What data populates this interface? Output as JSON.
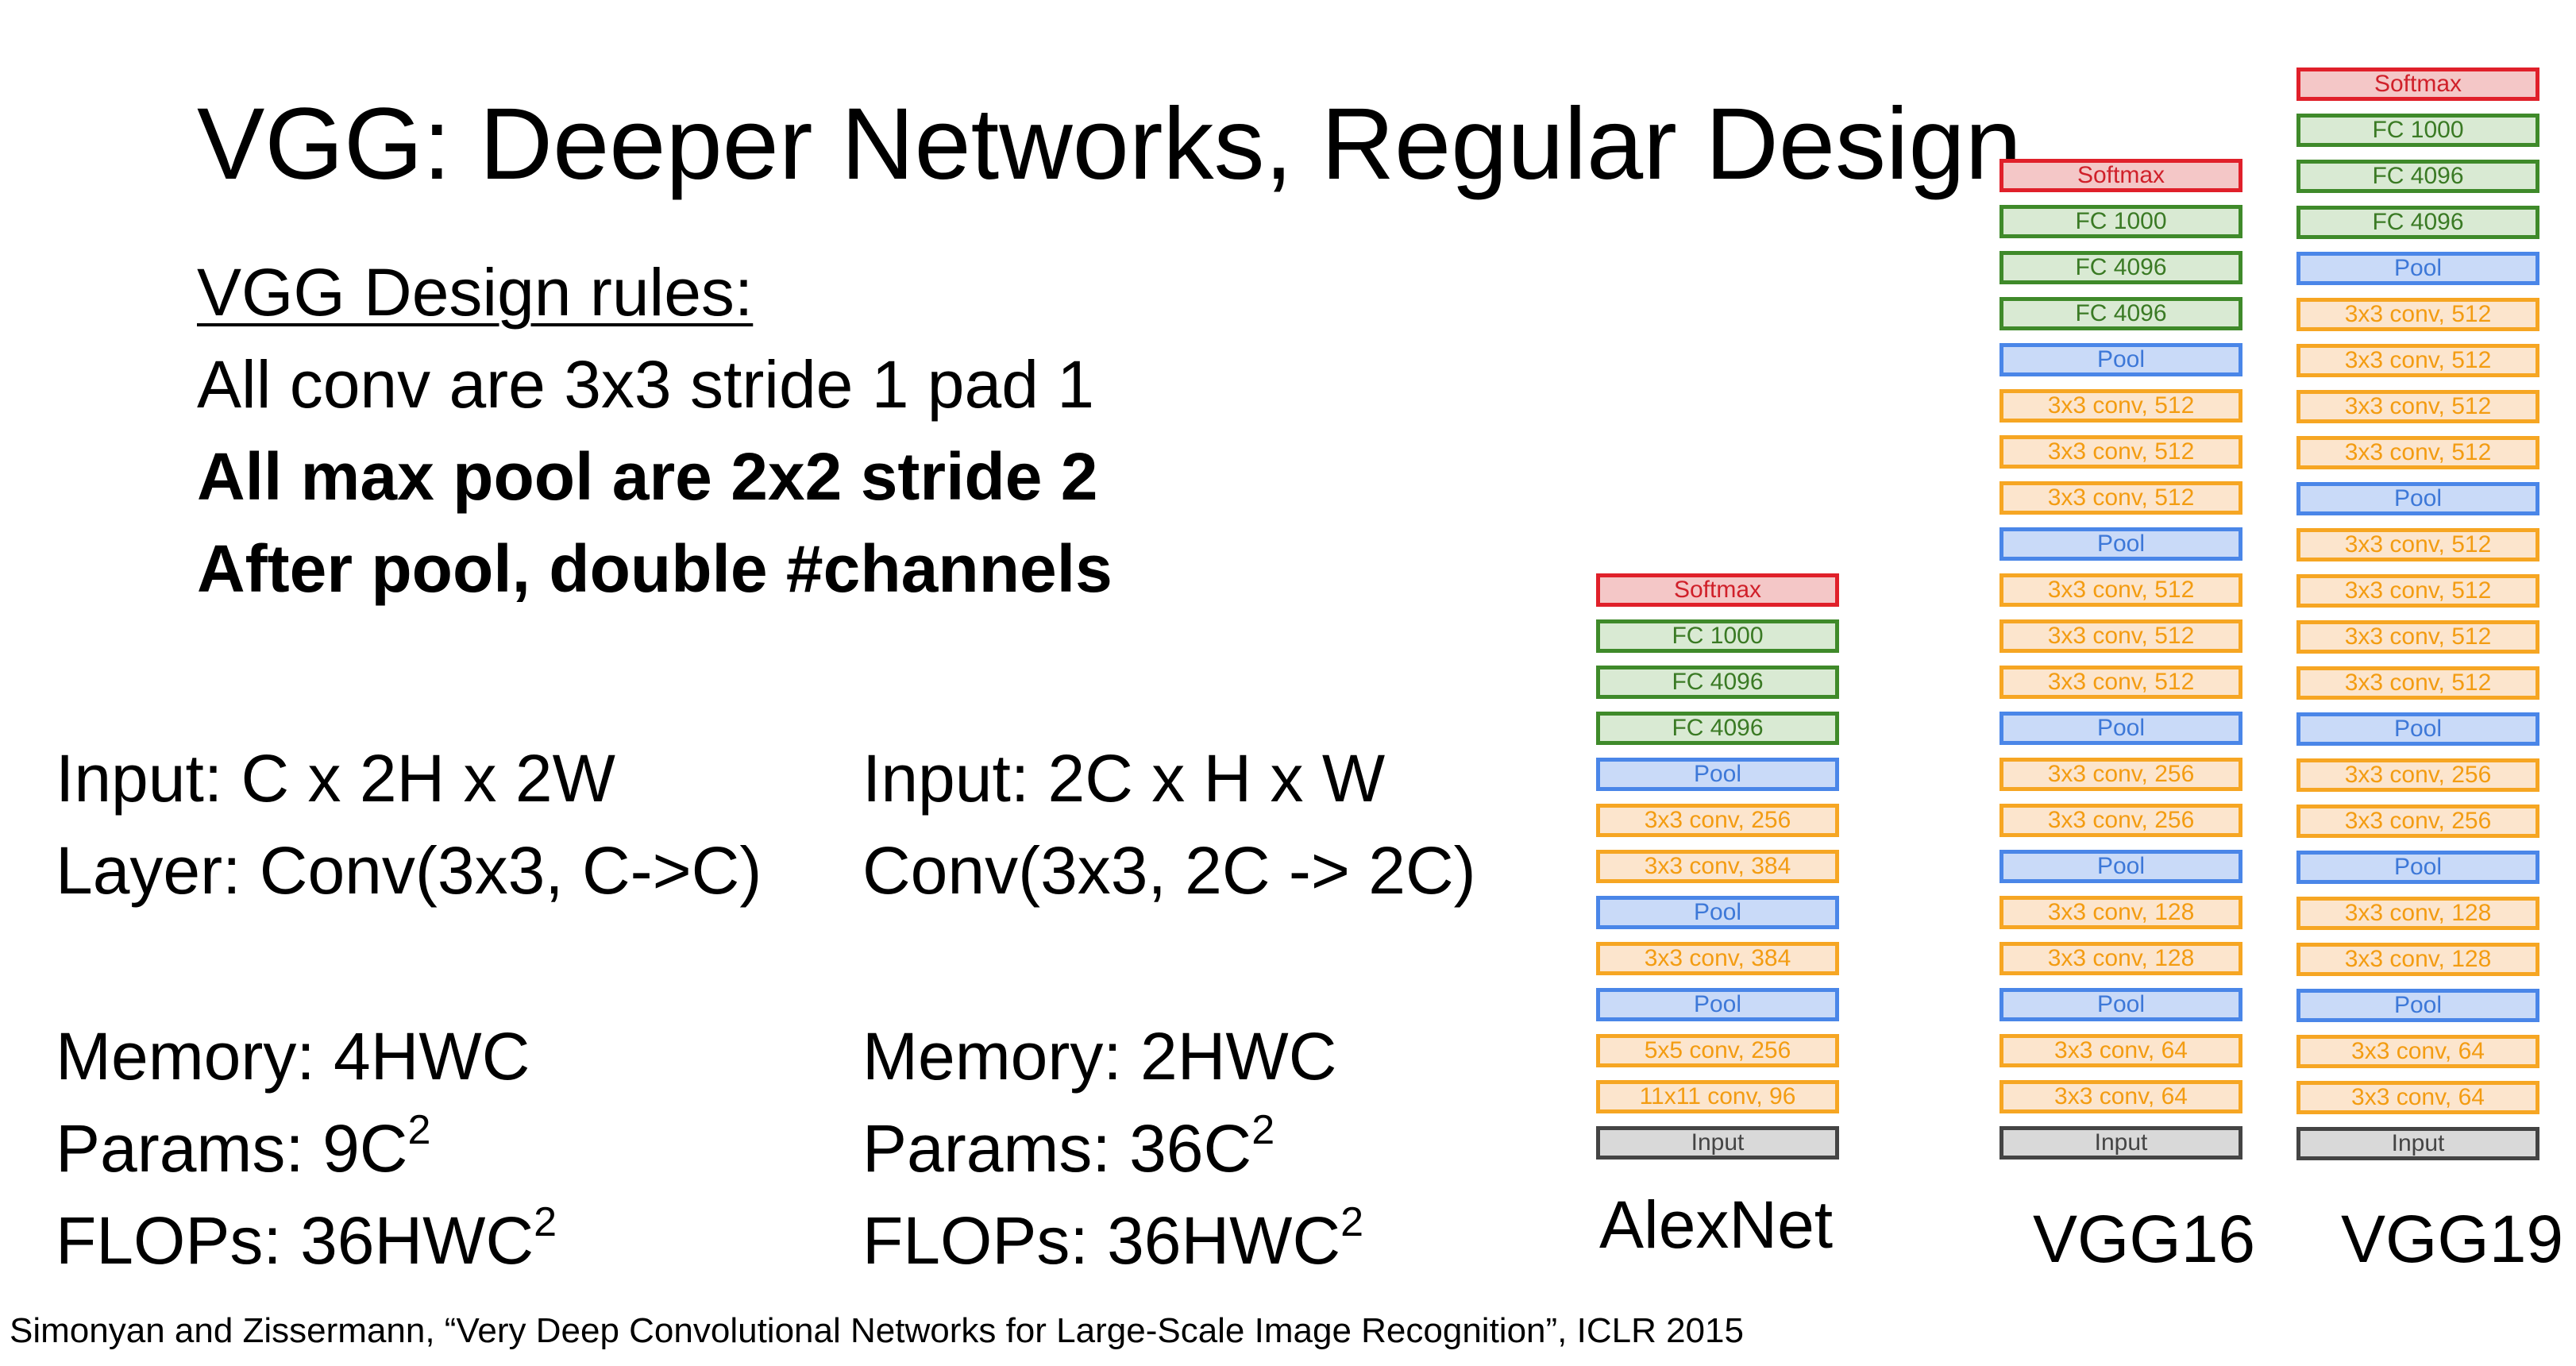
{
  "title": "VGG: Deeper Networks, Regular Design",
  "rules": {
    "heading": "VGG Design rules:",
    "items": [
      "All conv are 3x3 stride 1 pad 1",
      "All max pool are 2x2 stride 2",
      "After pool, double #channels"
    ]
  },
  "comparison": {
    "left": {
      "input": "Input: C x 2H x 2W",
      "layer": "Layer: Conv(3x3, C->C)",
      "memory": "Memory: 4HWC",
      "params_base": "Params: 9C",
      "params_exp": "2",
      "flops_base": "FLOPs: 36HWC",
      "flops_exp": "2"
    },
    "right": {
      "input": "Input: 2C x H x W",
      "layer": "Conv(3x3, 2C -> 2C)",
      "memory": "Memory: 2HWC",
      "params_base": "Params: 36C",
      "params_exp": "2",
      "flops_base": "FLOPs: 36HWC",
      "flops_exp": "2"
    }
  },
  "citation": "Simonyan and Zissermann, “Very Deep Convolutional Networks for Large-Scale Image Recognition”, ICLR 2015",
  "layer_styles": {
    "softmax": {
      "fill": "#f4c7c7",
      "border": "#e0202a",
      "text": "#d0202a"
    },
    "fc": {
      "fill": "#d9ead3",
      "border": "#3f8a2a",
      "text": "#3a7a24"
    },
    "pool": {
      "fill": "#c9daf8",
      "border": "#4a86e8",
      "text": "#3d78d8"
    },
    "conv": {
      "fill": "#fce5cd",
      "border": "#f6a623",
      "text": "#f39c12"
    },
    "input": {
      "fill": "#d9d9d9",
      "border": "#444444",
      "text": "#444444"
    }
  },
  "networks": {
    "alexnet": {
      "label": "AlexNet",
      "layers": [
        {
          "type": "softmax",
          "label": "Softmax"
        },
        {
          "type": "fc",
          "label": "FC 1000"
        },
        {
          "type": "fc",
          "label": "FC 4096"
        },
        {
          "type": "fc",
          "label": "FC 4096"
        },
        {
          "type": "pool",
          "label": "Pool"
        },
        {
          "type": "conv",
          "label": "3x3 conv, 256"
        },
        {
          "type": "conv",
          "label": "3x3 conv, 384"
        },
        {
          "type": "pool",
          "label": "Pool"
        },
        {
          "type": "conv",
          "label": "3x3 conv, 384"
        },
        {
          "type": "pool",
          "label": "Pool"
        },
        {
          "type": "conv",
          "label": "5x5 conv, 256"
        },
        {
          "type": "conv",
          "label": "11x11 conv, 96"
        },
        {
          "type": "input",
          "label": "Input"
        }
      ]
    },
    "vgg16": {
      "label": "VGG16",
      "layers": [
        {
          "type": "softmax",
          "label": "Softmax"
        },
        {
          "type": "fc",
          "label": "FC 1000"
        },
        {
          "type": "fc",
          "label": "FC 4096"
        },
        {
          "type": "fc",
          "label": "FC 4096"
        },
        {
          "type": "pool",
          "label": "Pool"
        },
        {
          "type": "conv",
          "label": "3x3 conv, 512"
        },
        {
          "type": "conv",
          "label": "3x3 conv, 512"
        },
        {
          "type": "conv",
          "label": "3x3 conv, 512"
        },
        {
          "type": "pool",
          "label": "Pool"
        },
        {
          "type": "conv",
          "label": "3x3 conv, 512"
        },
        {
          "type": "conv",
          "label": "3x3 conv, 512"
        },
        {
          "type": "conv",
          "label": "3x3 conv, 512"
        },
        {
          "type": "pool",
          "label": "Pool"
        },
        {
          "type": "conv",
          "label": "3x3 conv, 256"
        },
        {
          "type": "conv",
          "label": "3x3 conv, 256"
        },
        {
          "type": "pool",
          "label": "Pool"
        },
        {
          "type": "conv",
          "label": "3x3 conv, 128"
        },
        {
          "type": "conv",
          "label": "3x3 conv, 128"
        },
        {
          "type": "pool",
          "label": "Pool"
        },
        {
          "type": "conv",
          "label": "3x3 conv, 64"
        },
        {
          "type": "conv",
          "label": "3x3 conv, 64"
        },
        {
          "type": "input",
          "label": "Input"
        }
      ]
    },
    "vgg19": {
      "label": "VGG19",
      "layers": [
        {
          "type": "softmax",
          "label": "Softmax"
        },
        {
          "type": "fc",
          "label": "FC 1000"
        },
        {
          "type": "fc",
          "label": "FC 4096"
        },
        {
          "type": "fc",
          "label": "FC 4096"
        },
        {
          "type": "pool",
          "label": "Pool"
        },
        {
          "type": "conv",
          "label": "3x3 conv, 512"
        },
        {
          "type": "conv",
          "label": "3x3 conv, 512"
        },
        {
          "type": "conv",
          "label": "3x3 conv, 512"
        },
        {
          "type": "conv",
          "label": "3x3 conv, 512"
        },
        {
          "type": "pool",
          "label": "Pool"
        },
        {
          "type": "conv",
          "label": "3x3 conv, 512"
        },
        {
          "type": "conv",
          "label": "3x3 conv, 512"
        },
        {
          "type": "conv",
          "label": "3x3 conv, 512"
        },
        {
          "type": "conv",
          "label": "3x3 conv, 512"
        },
        {
          "type": "pool",
          "label": "Pool"
        },
        {
          "type": "conv",
          "label": "3x3 conv, 256"
        },
        {
          "type": "conv",
          "label": "3x3 conv, 256"
        },
        {
          "type": "pool",
          "label": "Pool"
        },
        {
          "type": "conv",
          "label": "3x3 conv, 128"
        },
        {
          "type": "conv",
          "label": "3x3 conv, 128"
        },
        {
          "type": "pool",
          "label": "Pool"
        },
        {
          "type": "conv",
          "label": "3x3 conv, 64"
        },
        {
          "type": "conv",
          "label": "3x3 conv, 64"
        },
        {
          "type": "input",
          "label": "Input"
        }
      ]
    }
  }
}
